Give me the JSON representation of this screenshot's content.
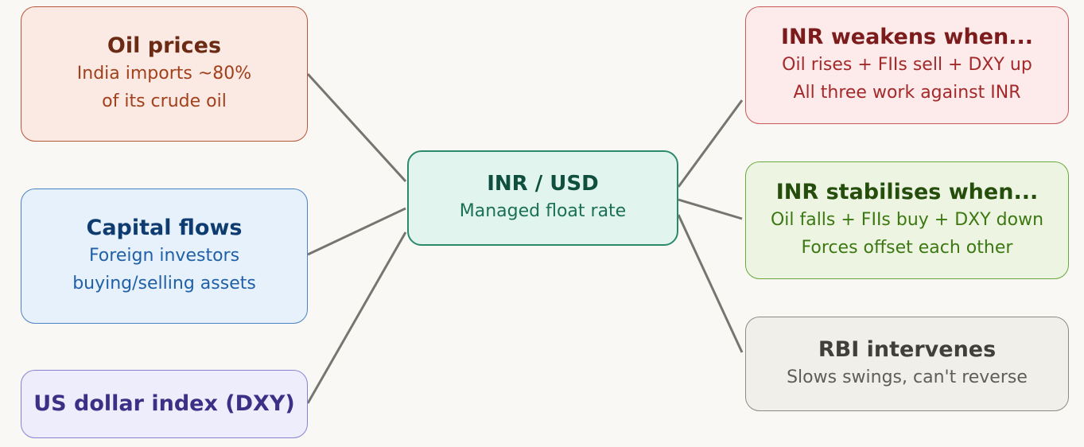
{
  "center": {
    "title": "INR / USD",
    "subtitle": "Managed float rate"
  },
  "drivers": [
    {
      "title": "Oil prices",
      "subtitle": "India imports ~80%\nof its crude oil"
    },
    {
      "title": "Capital flows",
      "subtitle": "Foreign investors\nbuying/selling assets"
    },
    {
      "title": "US dollar index (DXY)",
      "subtitle": ""
    }
  ],
  "outcomes": [
    {
      "title": "INR weakens when...",
      "subtitle": "Oil rises + FIIs sell + DXY up\nAll three work against INR"
    },
    {
      "title": "INR stabilises when...",
      "subtitle": "Oil falls + FIIs buy + DXY down\nForces offset each other"
    },
    {
      "title": "RBI intervenes",
      "subtitle": "Slows swings, can't reverse"
    }
  ],
  "colors": {
    "connector": "#77756f",
    "oil": "#b5583a",
    "capital": "#4a82c3",
    "dxy": "#8582d6",
    "center": "#2b8a6c",
    "weakens": "#c9585a",
    "stabilises": "#6aa83b",
    "rbi": "#8c8a83"
  }
}
